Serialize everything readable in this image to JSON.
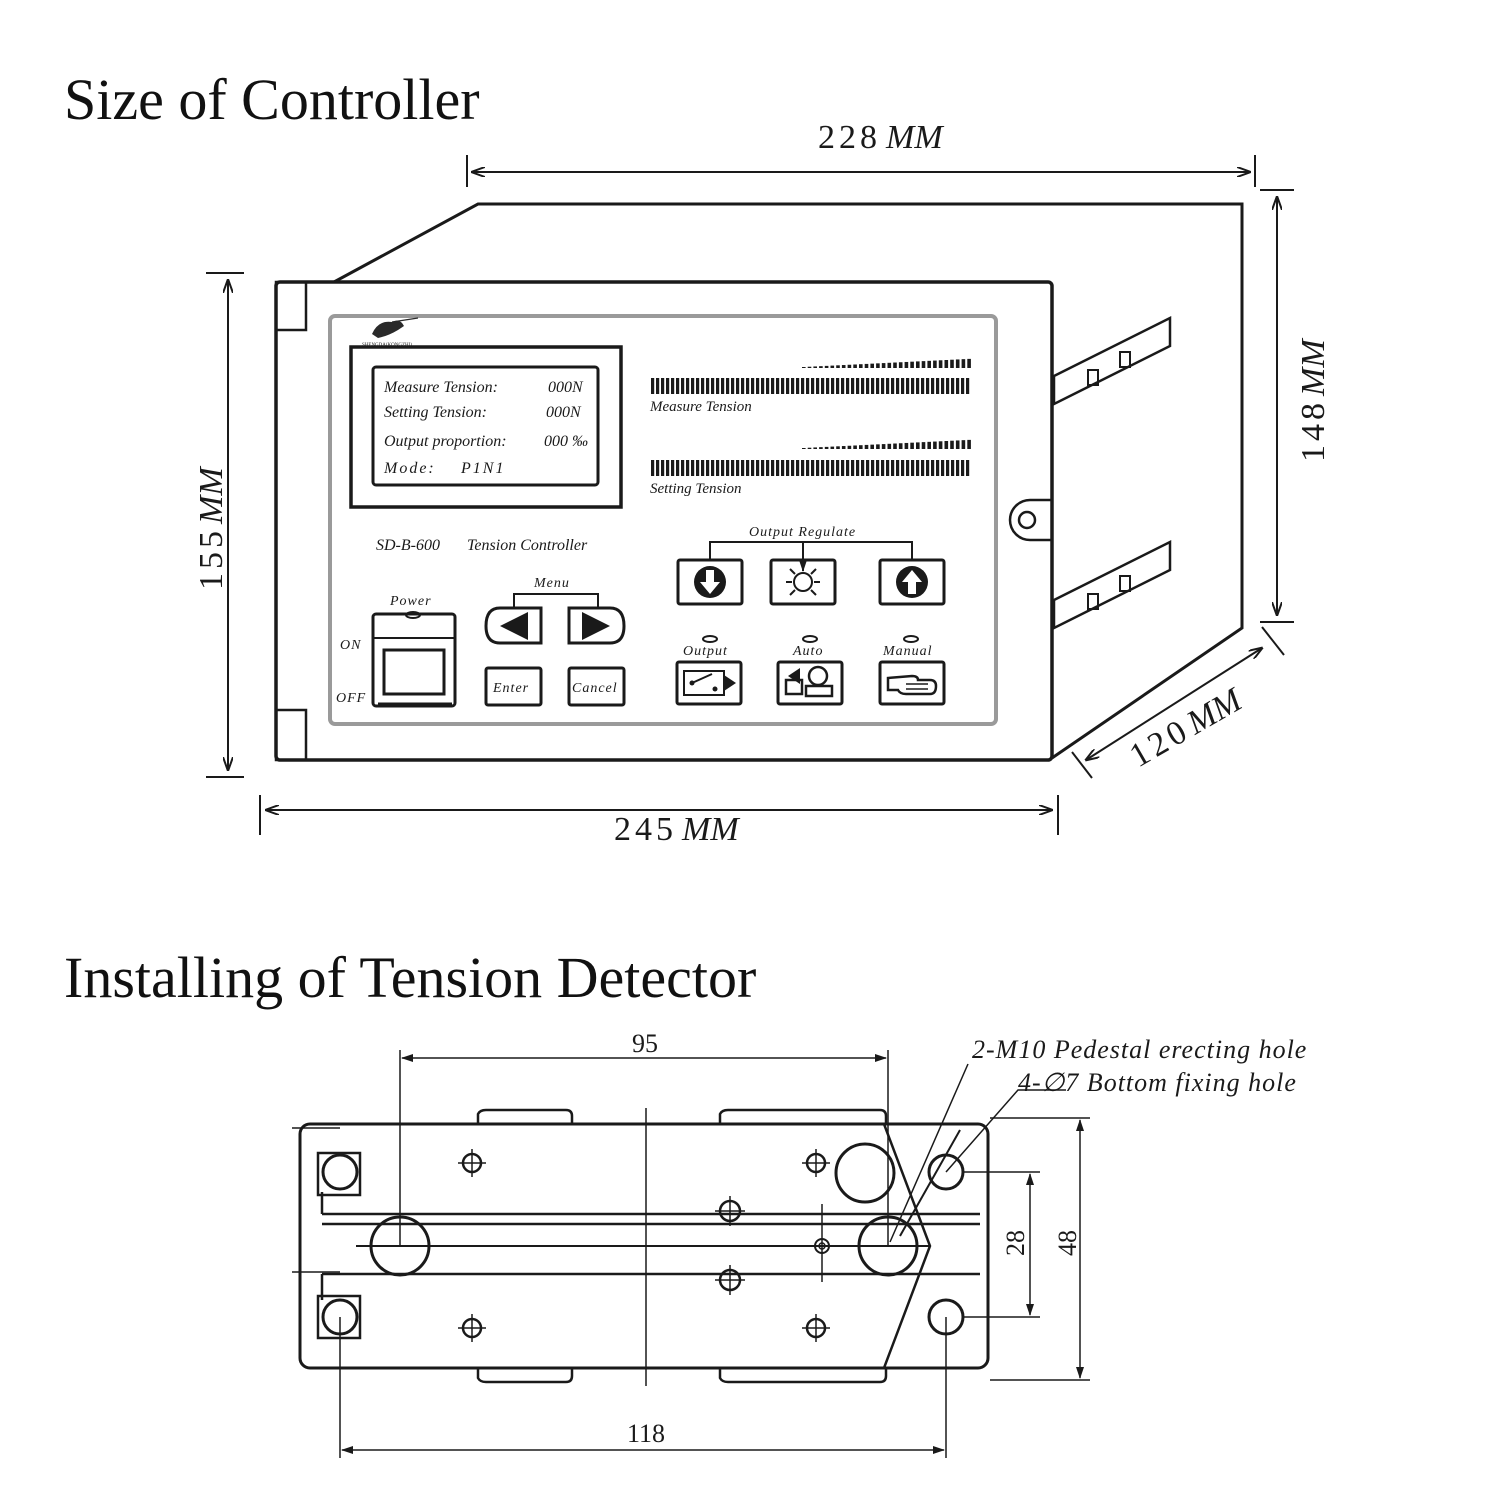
{
  "sections": {
    "controller_title": "Size of Controller",
    "detector_title": "Installing of Tension Detector"
  },
  "controller": {
    "dimensions": {
      "top_value": "228",
      "top_unit": "MM",
      "bottom_value": "245",
      "bottom_unit": "MM",
      "left_value": "155",
      "left_unit": "MM",
      "right_value": "148",
      "right_unit": "MM",
      "depth_value": "120",
      "depth_unit": "MM"
    },
    "logo_caption": "SHENGDA(KONGZHI)",
    "lcd": {
      "row1_label": "Measure Tension:",
      "row1_value": "000N",
      "row2_label": "Setting   Tension:",
      "row2_value": "000N",
      "row3_label": "Output proportion:",
      "row3_value": "000 ‰",
      "row4_label": "Mode:",
      "row4_value": "P1N1"
    },
    "model_label": "SD-B-600",
    "product_label": "Tension Controller",
    "bargraph1_label": "Measure Tension",
    "bargraph2_label": "Setting   Tension",
    "output_regulate_label": "Output Regulate",
    "menu_label": "Menu",
    "power_label": "Power",
    "on_label": "ON",
    "off_label": "OFF",
    "enter_label": "Enter",
    "cancel_label": "Cancel",
    "output_label": "Output",
    "auto_label": "Auto",
    "manual_label": "Manual"
  },
  "detector": {
    "dim_top": "95",
    "dim_bottom": "118",
    "dim_inner": "28",
    "dim_outer": "48",
    "note1": "2-M10 Pedestal erecting hole",
    "note2": "4-∅7 Bottom fixing hole"
  }
}
